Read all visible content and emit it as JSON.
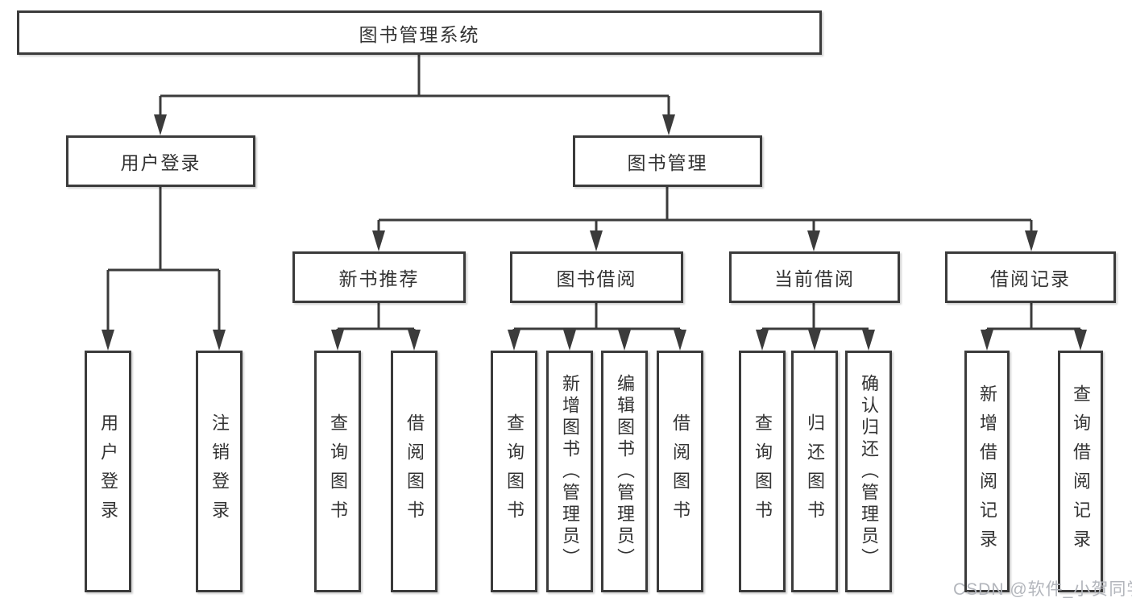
{
  "tree": {
    "label": "图书管理系统",
    "children": [
      {
        "label": "用户登录",
        "children": [
          {
            "label": "用户登录"
          },
          {
            "label": "注销登录"
          }
        ]
      },
      {
        "label": "图书管理",
        "children": [
          {
            "label": "新书推荐",
            "children": [
              {
                "label": "查询图书"
              },
              {
                "label": "借阅图书"
              }
            ]
          },
          {
            "label": "图书借阅",
            "children": [
              {
                "label": "查询图书"
              },
              {
                "label": "新增图书（管理员）"
              },
              {
                "label": "编辑图书（管理员）"
              },
              {
                "label": "借阅图书"
              }
            ]
          },
          {
            "label": "当前借阅",
            "children": [
              {
                "label": "查询图书"
              },
              {
                "label": "归还图书"
              },
              {
                "label": "确认归还（管理员）"
              }
            ]
          },
          {
            "label": "借阅记录",
            "children": [
              {
                "label": "新增借阅记录"
              },
              {
                "label": "查询借阅记录"
              }
            ]
          }
        ]
      }
    ]
  },
  "watermark": {
    "text": "CSDN @软件_小贺同学"
  },
  "colors": {
    "line": "#3b3b3b",
    "text": "#333333",
    "watermark": "#b3b6bc",
    "background": "#ffffff"
  }
}
